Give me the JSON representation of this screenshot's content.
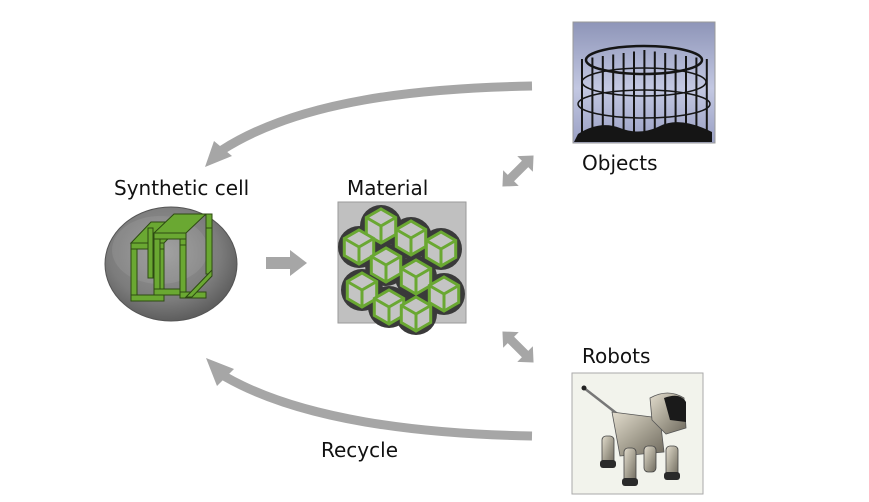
{
  "diagram": {
    "nodes": {
      "synthetic_cell": {
        "label": "Synthetic cell"
      },
      "material": {
        "label": "Material"
      },
      "objects": {
        "label": "Objects"
      },
      "robots": {
        "label": "Robots"
      }
    },
    "edges": {
      "recycle": {
        "label": "Recycle"
      }
    },
    "colors": {
      "arrow": "#a6a6a6",
      "scaffold_green": "#6aa832",
      "material_bg": "#c0c0c0",
      "cell_grey": "#7a7a7a",
      "sky": "#aab0d0"
    }
  }
}
